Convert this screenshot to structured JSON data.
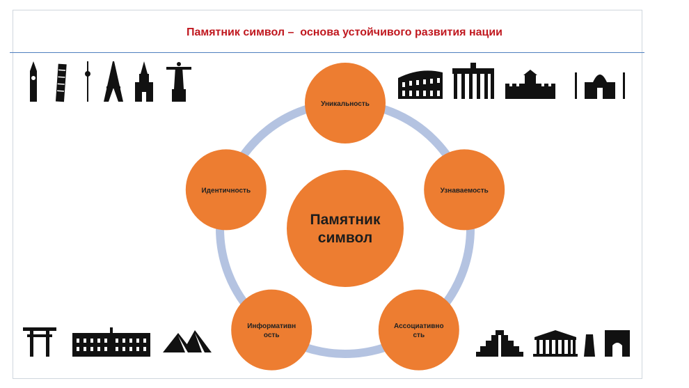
{
  "slide": {
    "title": "Памятник символ –  основа устойчивого развития нации"
  },
  "diagram": {
    "center": {
      "lines": [
        "Памятник",
        "символ"
      ],
      "color": "#ed7d31"
    },
    "ring_color": "#b4c3e1",
    "node_color": "#ed7d31",
    "nodes": [
      {
        "id": "uniqueness",
        "lines": [
          "Уникальность"
        ]
      },
      {
        "id": "recognizability",
        "lines": [
          "Узнаваемость"
        ]
      },
      {
        "id": "associativity",
        "lines": [
          "Ассоциативно",
          "сть"
        ]
      },
      {
        "id": "informativeness",
        "lines": [
          "Информативн",
          "ость"
        ]
      },
      {
        "id": "identity",
        "lines": [
          "Идентичность"
        ]
      }
    ]
  },
  "landmarks": {
    "top_left": [
      "big-ben-icon",
      "leaning-tower-pisa-icon",
      "tv-tower-icon",
      "eiffel-tower-icon",
      "kremlin-tower-icon",
      "christ-redeemer-icon"
    ],
    "top_right": [
      "colosseum-icon",
      "brandenburg-gate-icon",
      "great-wall-icon",
      "taj-mahal-icon"
    ],
    "bottom_left": [
      "torii-gate-icon",
      "palace-icon",
      "pyramids-icon"
    ],
    "bottom_right": [
      "mayan-pyramid-icon",
      "parthenon-icon",
      "moai-icon",
      "arc-de-triomphe-icon"
    ]
  }
}
